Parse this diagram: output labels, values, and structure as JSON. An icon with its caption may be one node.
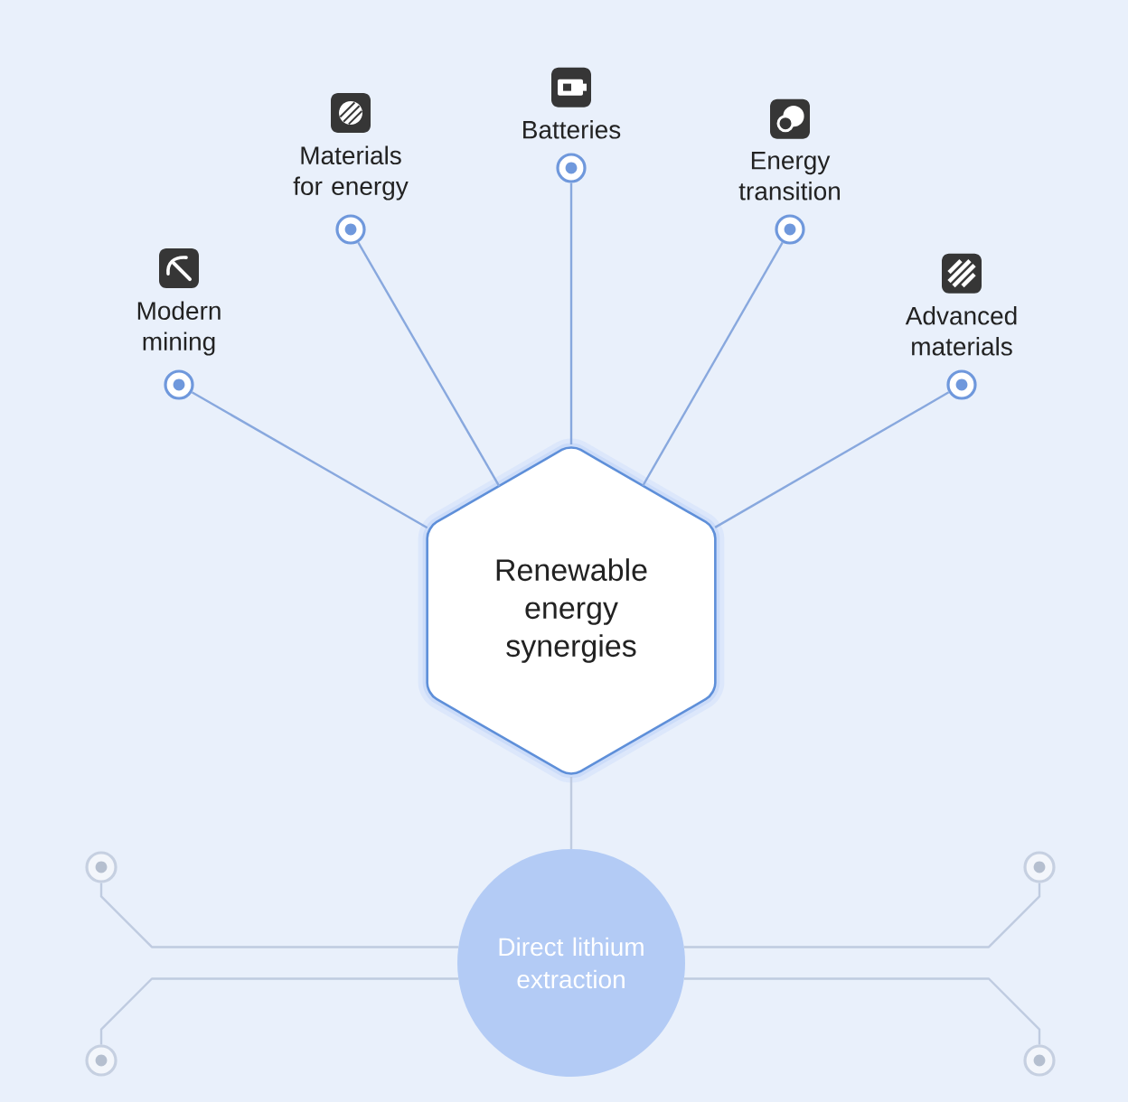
{
  "diagram": {
    "nodes": [
      {
        "text": [],
        "shape": "circle",
        "beside": [
          "Modern mining"
        ]
      },
      {
        "text": [],
        "shape": "circle",
        "beside": [
          "Materials for energy"
        ]
      },
      {
        "text": [],
        "shape": "circle",
        "beside": [
          "Batteries"
        ]
      },
      {
        "text": [],
        "shape": "circle",
        "beside": [
          "Energy transition"
        ]
      },
      {
        "text": [],
        "shape": "circle",
        "beside": [
          "Advanced materials"
        ]
      },
      {
        "text": [
          "Renewable energy synergies"
        ]
      },
      {
        "text": [
          "Direct lithium extraction"
        ]
      },
      {
        "text": [],
        "shape": "circle"
      },
      {
        "text": [],
        "shape": "circle"
      },
      {
        "text": [],
        "shape": "circle"
      },
      {
        "text": [],
        "shape": "circle"
      }
    ],
    "edges": [
      {
        "from": 0,
        "to": 5,
        "arrow": "none"
      },
      {
        "from": 1,
        "to": 5,
        "arrow": "none"
      },
      {
        "from": 2,
        "to": 5,
        "arrow": "none"
      },
      {
        "from": 3,
        "to": 5,
        "arrow": "none"
      },
      {
        "from": 4,
        "to": 5,
        "arrow": "none"
      },
      {
        "from": 5,
        "to": 6,
        "arrow": "none",
        "color": "#bfcbe0"
      },
      {
        "from": 6,
        "to": 7,
        "arrow": "none",
        "color": "#bfcbe0"
      },
      {
        "from": 6,
        "to": 8,
        "arrow": "none",
        "color": "#bfcbe0"
      },
      {
        "from": 6,
        "to": 9,
        "arrow": "none",
        "color": "#bfcbe0"
      },
      {
        "from": 6,
        "to": 10,
        "arrow": "none",
        "color": "#bfcbe0"
      }
    ]
  }
}
